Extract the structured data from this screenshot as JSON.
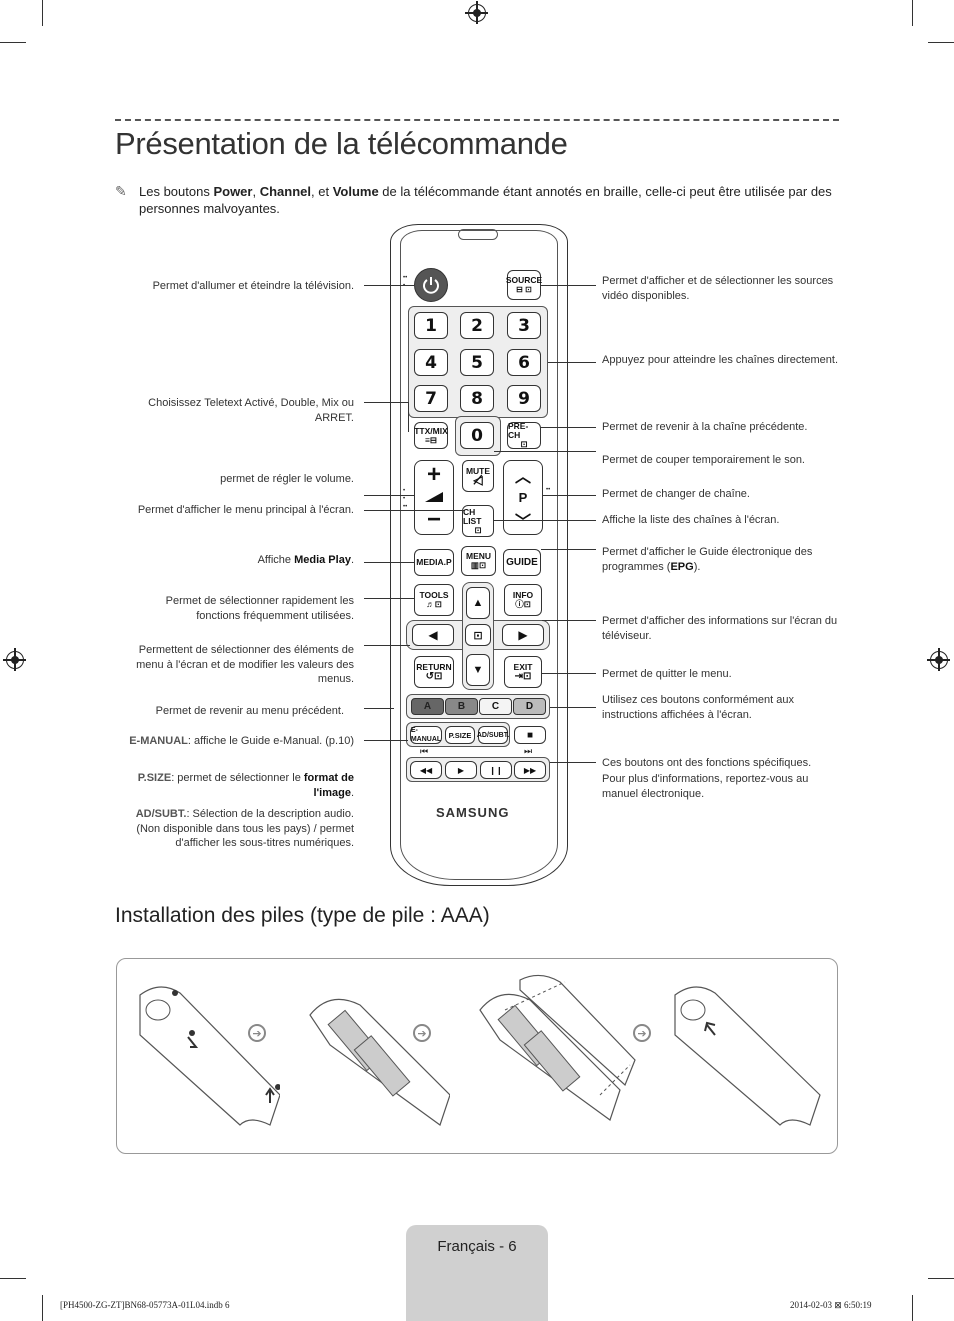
{
  "page": {
    "title": "Présentation de la télécommande",
    "note": {
      "prefix": "Les boutons ",
      "power": "Power",
      "sep1": ", ",
      "channel": "Channel",
      "sep2": ", et ",
      "volume": "Volume",
      "suffix": " de la télécommande étant annotés en braille, celle-ci peut être utilisée par des personnes malvoyantes."
    },
    "battery_title": "Installation des piles (type de pile : AAA)",
    "footer_tab": "Français - 6",
    "footer_left": "[PH4500-ZG-ZT]BN68-05773A-01L04.indb   6",
    "footer_right": "2014-02-03   ⊠ 6:50:19"
  },
  "left_labels": {
    "power": "Permet d'allumer et éteindre la télévision.",
    "ttx": "Choisissez Teletext Activé, Double, Mix ou ARRET.",
    "volume": "permet de régler le volume.",
    "menu": "Permet d'afficher le menu principal à l'écran.",
    "media_prefix": "Affiche ",
    "media_bold": "Media Play",
    "media_suffix": ".",
    "tools": "Permet de sélectionner rapidement les fonctions fréquemment utilisées.",
    "nav": "Permettent de sélectionner des éléments de menu à l'écran et de modifier les valeurs des menus.",
    "return": "Permet de revenir au menu précédent.",
    "emanual_key": "E-MANUAL",
    "emanual_text": ": affiche le Guide e-Manual. (p.10)",
    "psize_key": "P.SIZE",
    "psize_text": ": permet de sélectionner le ",
    "psize_bold": "format de l'image",
    "psize_end": ".",
    "adsubt_key": "AD/SUBT.",
    "adsubt_text": ": Sélection de la description audio. (Non disponible dans tous les pays) / permet d'afficher les sous-titres numériques."
  },
  "right_labels": {
    "source": "Permet d'afficher et de sélectionner les sources vidéo disponibles.",
    "numbers": "Appuyez pour atteindre les chaînes directement.",
    "prech": "Permet de revenir à la chaîne précédente.",
    "mute": "Permet de couper temporairement le son.",
    "channel": "Permet de changer de chaîne.",
    "chlist": "Affiche la liste des chaînes à l'écran.",
    "guide_prefix": "Permet d'afficher le Guide électronique des programmes (",
    "guide_bold": "EPG",
    "guide_suffix": ").",
    "info": "Permet d'afficher des informations sur l'écran du téléviseur.",
    "exit": "Permet de quitter le menu.",
    "colors": "Utilisez ces boutons conformément aux instructions affichées à l'écran.",
    "special1": "Ces boutons ont des fonctions spécifiques.",
    "special2": "Pour plus d'informations, reportez-vous au manuel électronique."
  },
  "remote": {
    "source": "SOURCE",
    "digits": [
      "1",
      "2",
      "3",
      "4",
      "5",
      "6",
      "7",
      "8",
      "9",
      "0"
    ],
    "ttx": "TTX/MIX",
    "prech": "PRE-CH",
    "mute": "MUTE",
    "p": "P",
    "chlist": "CH LIST",
    "media": "MEDIA.P",
    "menu": "MENU",
    "guide": "GUIDE",
    "tools": "TOOLS",
    "info": "INFO",
    "return": "RETURN",
    "exit": "EXIT",
    "a": "A",
    "b": "B",
    "c": "C",
    "d": "D",
    "emanual": "E-MANUAL",
    "psize": "P.SIZE",
    "adsubt": "AD/SUBT.",
    "brand": "SAMSUNG",
    "icons": {
      "power": "power-icon",
      "stop": "■",
      "rew": "◀◀",
      "play": "▶",
      "pause": "❙❙",
      "ff": "▶▶",
      "up": "▲",
      "down": "▼",
      "left": "◀",
      "right": "▶",
      "prev": "⏮",
      "next": "⏭",
      "plus": "+",
      "minus": "−",
      "circle_arrow": "➔"
    }
  }
}
